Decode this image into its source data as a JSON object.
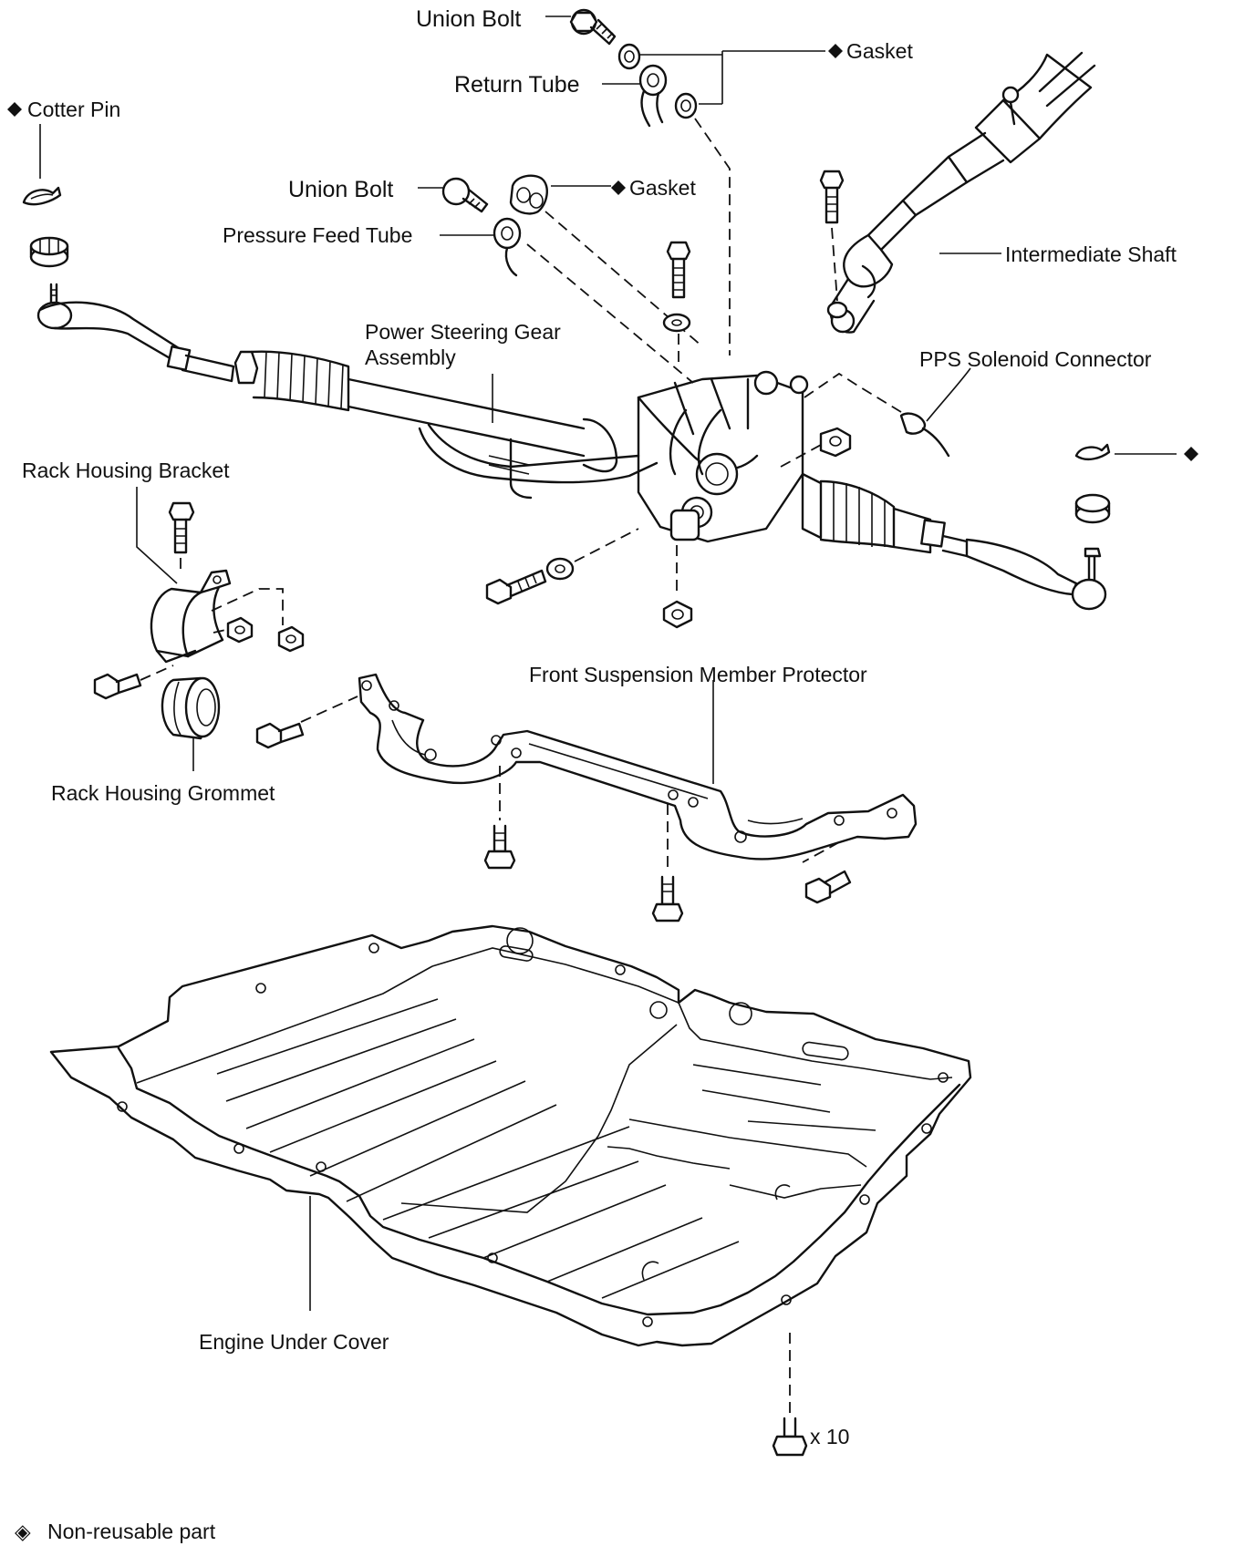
{
  "labels": {
    "union_bolt_top": "Union Bolt",
    "gasket_top": "Gasket",
    "return_tube": "Return Tube",
    "cotter_pin": "Cotter Pin",
    "union_bolt_mid": "Union Bolt",
    "gasket_mid": "Gasket",
    "pressure_feed_tube": "Pressure Feed Tube",
    "intermediate_shaft": "Intermediate Shaft",
    "power_steering_gear_1": "Power Steering Gear",
    "power_steering_gear_2": "Assembly",
    "pps_solenoid_connector": "PPS Solenoid Connector",
    "rack_housing_bracket": "Rack Housing Bracket",
    "front_suspension_member_protector": "Front Suspension Member Protector",
    "rack_housing_grommet": "Rack Housing Grommet",
    "engine_under_cover": "Engine Under Cover",
    "bolt_quantity": "x 10"
  },
  "legend": {
    "symbol": "◈",
    "text": "Non-reusable part"
  }
}
